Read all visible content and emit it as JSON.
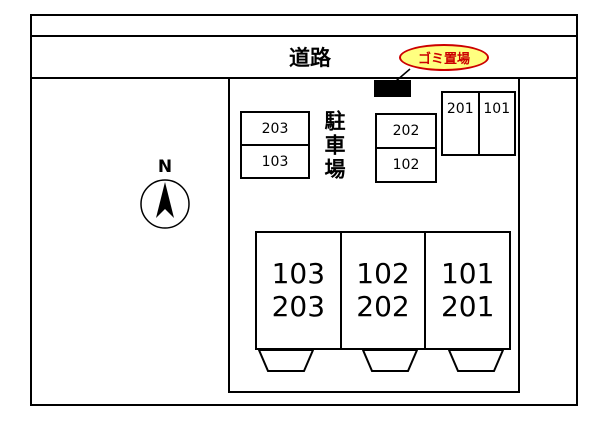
{
  "labels": {
    "road": "道路",
    "garbage": "ゴミ置場",
    "parking": "駐車場",
    "compass_north": "N"
  },
  "parking_spaces": {
    "left_column": [
      "203",
      "103"
    ],
    "middle_column": [
      "202",
      "102"
    ],
    "right_row": [
      "201",
      "101"
    ]
  },
  "building_units": [
    {
      "upper": "103",
      "lower": "203"
    },
    {
      "upper": "102",
      "lower": "202"
    },
    {
      "upper": "101",
      "lower": "201"
    }
  ],
  "colors": {
    "background": "#ffffff",
    "line": "#000000",
    "garbage_fill": "#ffff80",
    "garbage_accent": "#cc0000"
  }
}
